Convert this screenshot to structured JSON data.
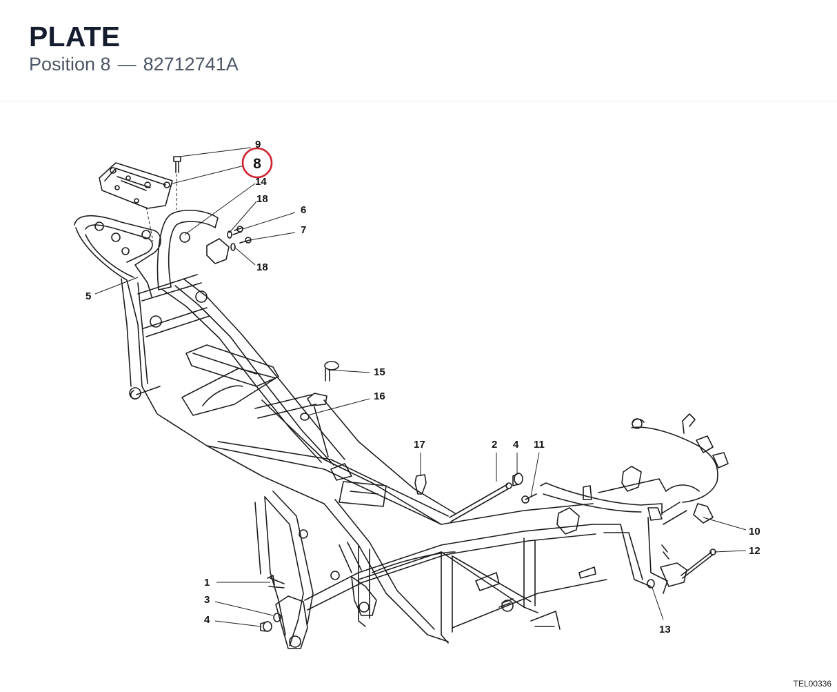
{
  "header": {
    "title": "PLATE",
    "position_label": "Position 8",
    "separator": "—",
    "part_number": "82712741A"
  },
  "diagram": {
    "highlight_color": "#d0212f",
    "highlighted_callout": "8",
    "callouts": [
      "9",
      "8",
      "14",
      "18",
      "6",
      "7",
      "18",
      "5",
      "15",
      "16",
      "17",
      "2",
      "4",
      "11",
      "10",
      "12",
      "1",
      "3",
      "4",
      "13"
    ],
    "figure_ref": "TEL00336"
  }
}
